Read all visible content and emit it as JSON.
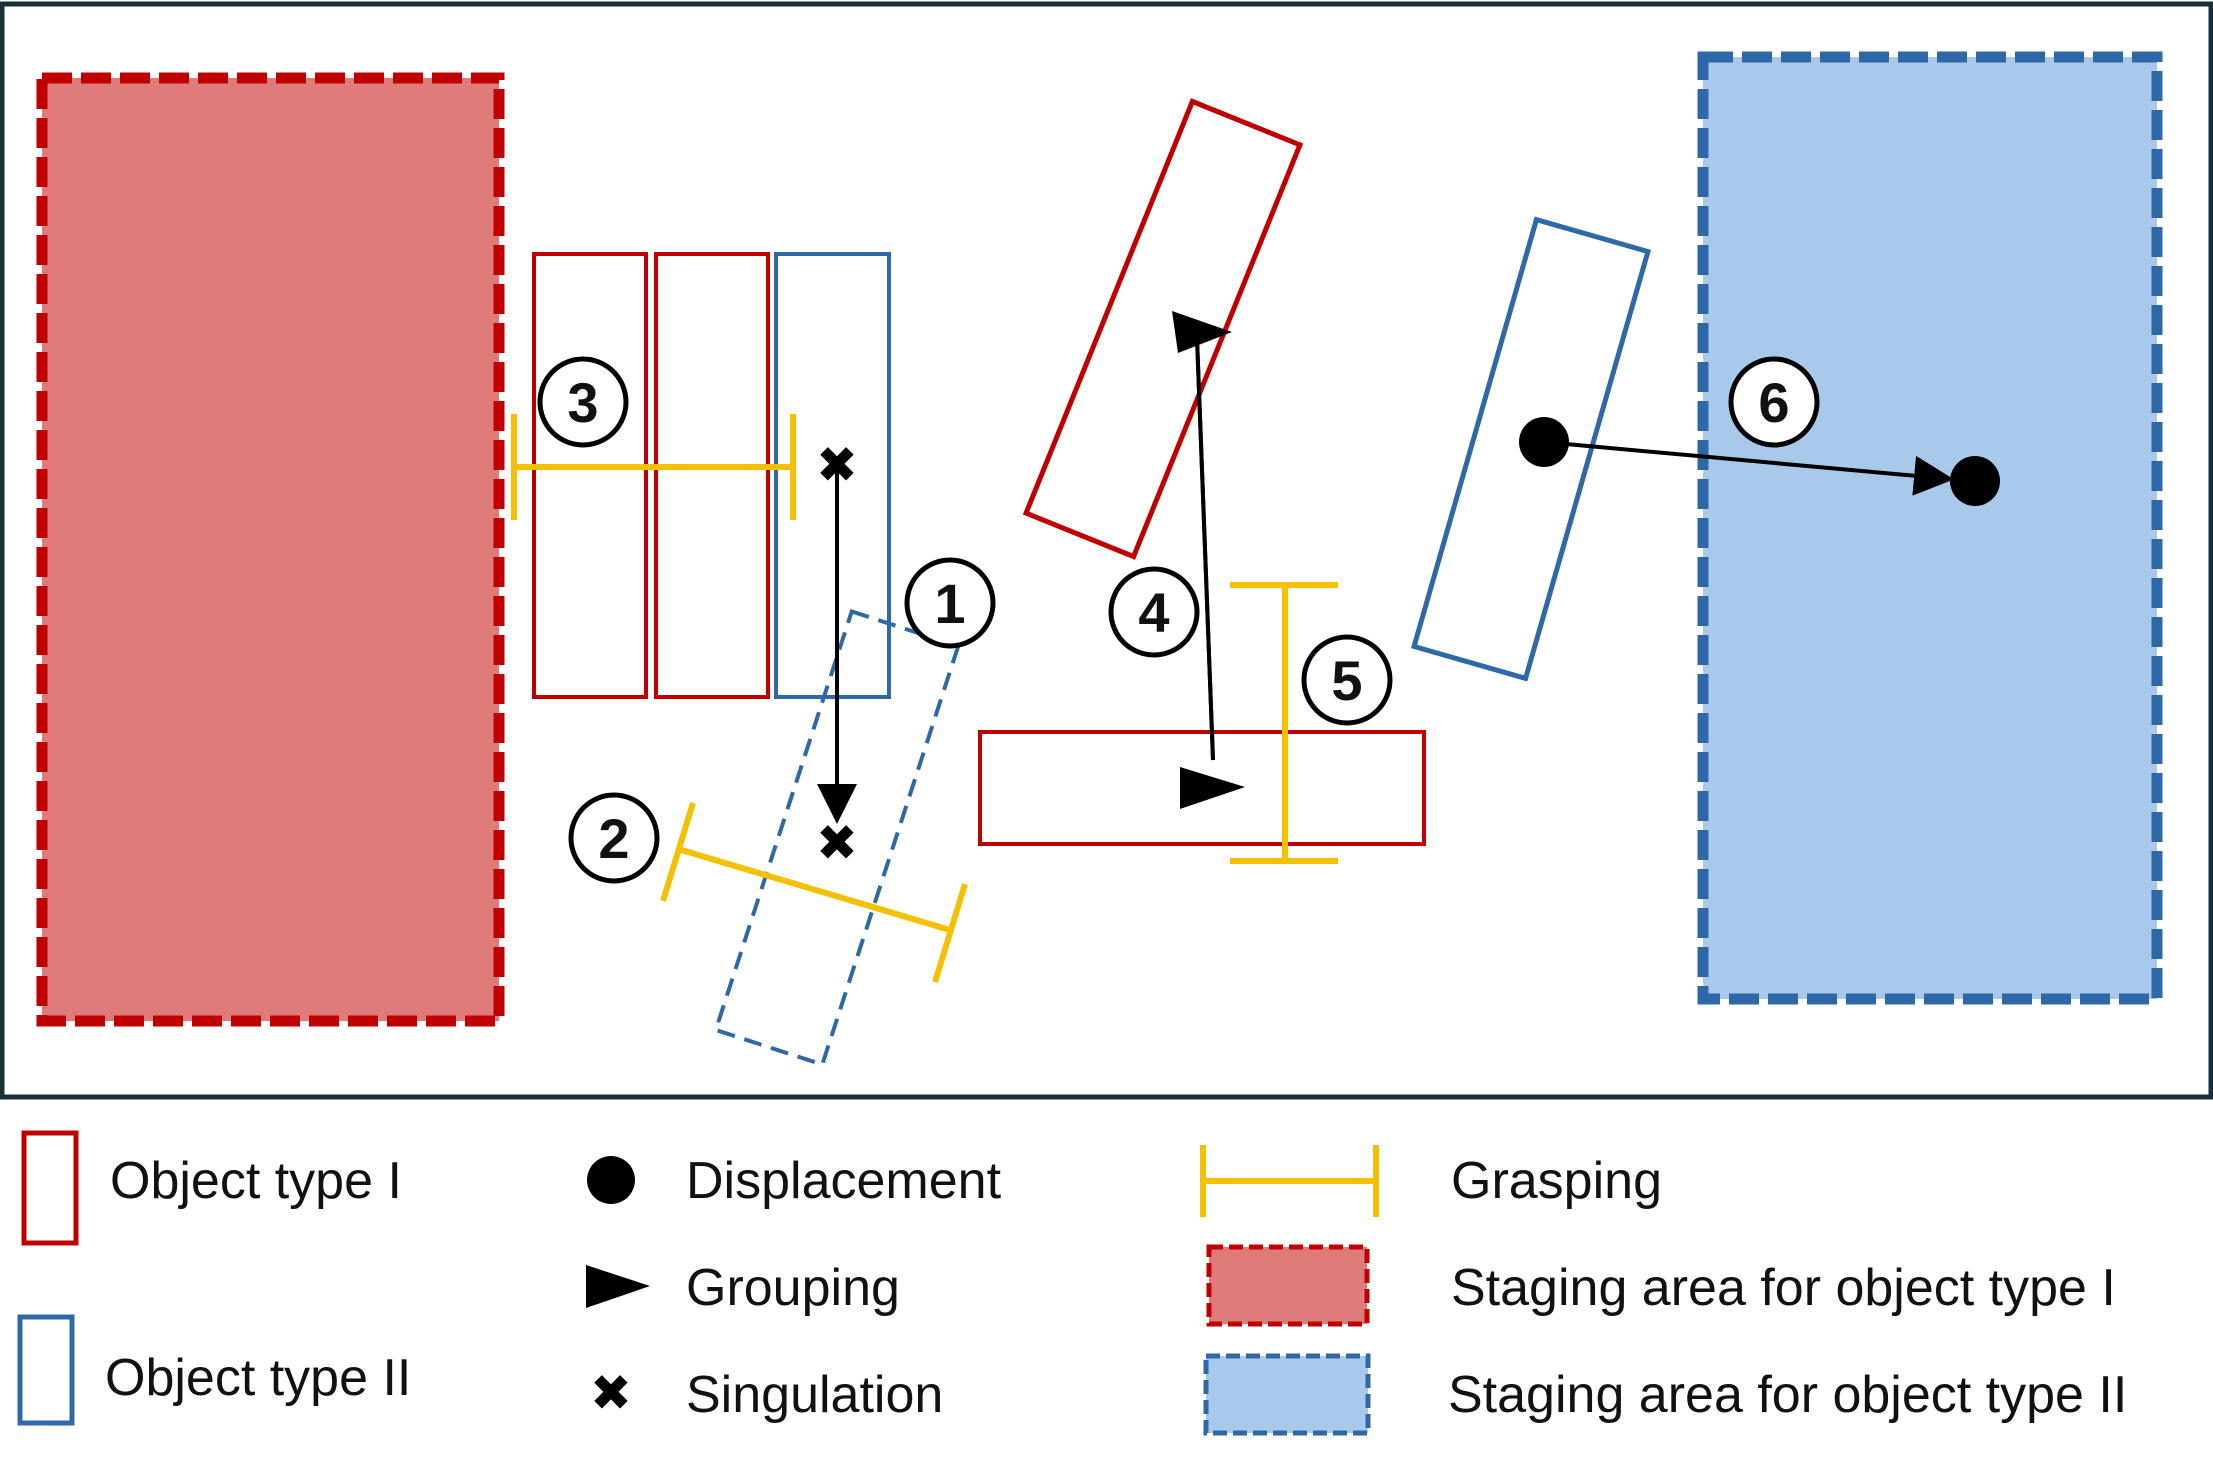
{
  "steps": {
    "s1": "1",
    "s2": "2",
    "s3": "3",
    "s4": "4",
    "s5": "5",
    "s6": "6"
  },
  "legend": {
    "object_type_1": "Object type I",
    "object_type_2": "Object type II",
    "displacement": "Displacement",
    "grouping": "Grouping",
    "singulation": "Singulation",
    "grasping": "Grasping",
    "staging_area_1": "Staging area for object type I",
    "staging_area_2": "Staging area for object type II"
  },
  "colors": {
    "type1_stroke": "#c00000",
    "type1_fill": "#e07b7b",
    "type2_stroke": "#2e68a8",
    "type2_fill": "#a9c9ea",
    "grasp": "#f5c000",
    "arrow": "#000000",
    "frame": "#17303a"
  }
}
